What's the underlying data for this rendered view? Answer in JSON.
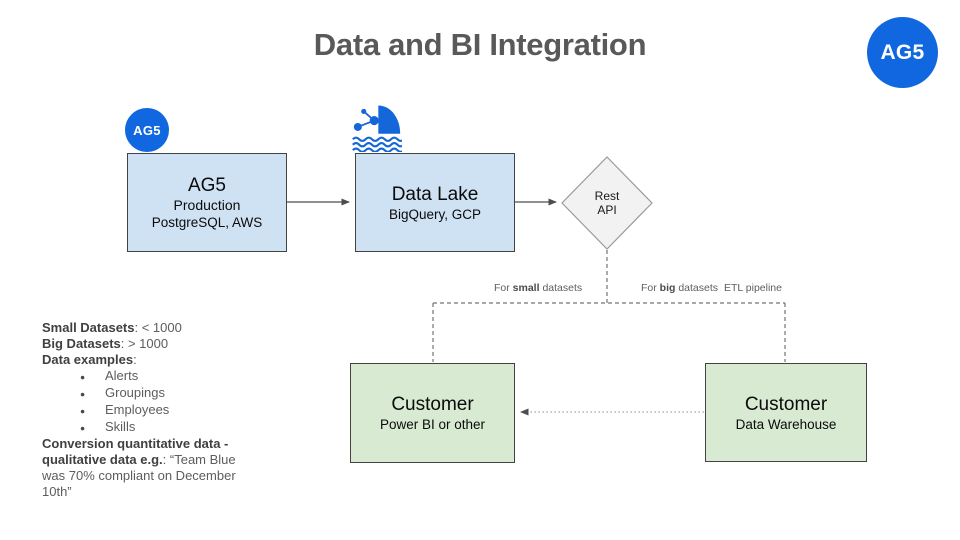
{
  "title": "Data and BI Integration",
  "brand": {
    "logo_text": "AG5"
  },
  "colors": {
    "brand_blue": "#1167e0",
    "box_blue": "#cfe2f3",
    "box_green": "#d9ead3",
    "diamond_gray": "#f2f2f2",
    "connector_dark": "#4d4d4d",
    "dashed_gray": "#757575",
    "dotted_gray": "#a3a3a3"
  },
  "nodes": {
    "ag5_production": {
      "title": "AG5",
      "subtitle": "Production",
      "detail": "PostgreSQL, AWS"
    },
    "data_lake": {
      "title": "Data Lake",
      "subtitle": "BigQuery, GCP"
    },
    "rest_api": {
      "label": "Rest\nAPI"
    },
    "customer_bi": {
      "title": "Customer",
      "subtitle": "Power BI or other"
    },
    "customer_dw": {
      "title": "Customer",
      "subtitle": "Data Warehouse"
    }
  },
  "edge_labels": {
    "small": {
      "pre": "For ",
      "bold": "small",
      "post": " datasets"
    },
    "big": {
      "pre": "For ",
      "bold": "big",
      "post": " datasets"
    },
    "etl": "ETL pipeline"
  },
  "notes": {
    "small_datasets": {
      "bold": "Small Datasets",
      "rest": ": < 1000"
    },
    "big_datasets": {
      "bold": "Big Datasets",
      "rest": ": > 1000"
    },
    "data_examples": {
      "bold": "Data examples",
      "rest": ":"
    },
    "bullets": [
      "Alerts",
      "Groupings",
      "Employees",
      "Skills"
    ],
    "conversion": {
      "bold": "Conversion quantitative data - qualitative data e.g.",
      "rest": ": “Team Blue was 70% compliant on December 10th”"
    }
  },
  "icons": {
    "data_lake_icon": "data-lake-icon",
    "bullet_dot": "●"
  }
}
